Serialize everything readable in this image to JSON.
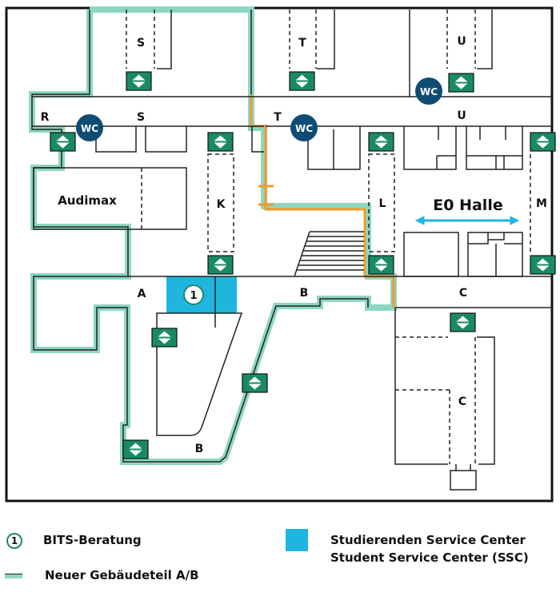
{
  "map": {
    "title": "Floor plan E0",
    "colors": {
      "new_building_outline": "#8dd6c2",
      "route_orange": "#f39a2b",
      "ssc_blue": "#1eb6df",
      "elevator_green": "#1a8a66",
      "wc_blue": "#0f4c73",
      "arrow_blue": "#1eb6df"
    },
    "building_labels": {
      "s_top": "S",
      "t_top": "T",
      "u_top": "U",
      "r": "R",
      "s": "S",
      "t": "T",
      "u": "U",
      "audimax": "Audimax",
      "k": "K",
      "l": "L",
      "m": "M",
      "hall": "E0 Halle",
      "a": "A",
      "b_upper": "B",
      "c_upper": "C",
      "c_lower": "C",
      "b_lower": "B"
    },
    "wc_label": "WC",
    "marker_number": "1",
    "icons": {
      "elevator": "elevator-up-down-icon",
      "wc": "wc-icon",
      "marker": "number-marker-icon",
      "hall_arrow": "double-arrow-icon"
    }
  },
  "legend": {
    "bits_number": "1",
    "bits_label": "BITS-Beratung",
    "new_part_label": "Neuer Gebäudeteil A/B",
    "ssc_label_line1": "Studierenden Service Center",
    "ssc_label_line2": "Student Service Center (SSC)"
  }
}
